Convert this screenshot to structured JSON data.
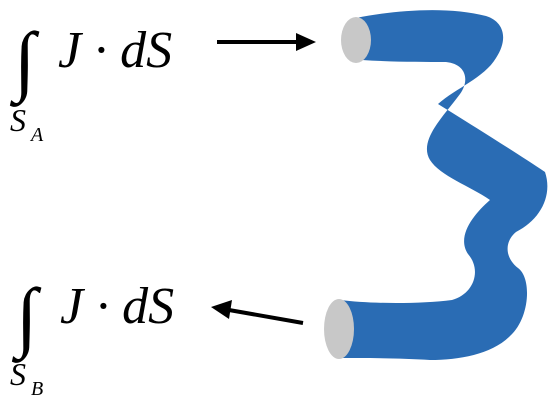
{
  "top_surface": {
    "integrand": "J · dS",
    "domain_base": "S",
    "domain_sub": "A"
  },
  "bottom_surface": {
    "integrand": "J · dS",
    "domain_base": "S",
    "domain_sub": "B"
  },
  "colors": {
    "tube": "#2a6cb4",
    "tube_end": "#c8c8c8",
    "ink": "#000000"
  }
}
